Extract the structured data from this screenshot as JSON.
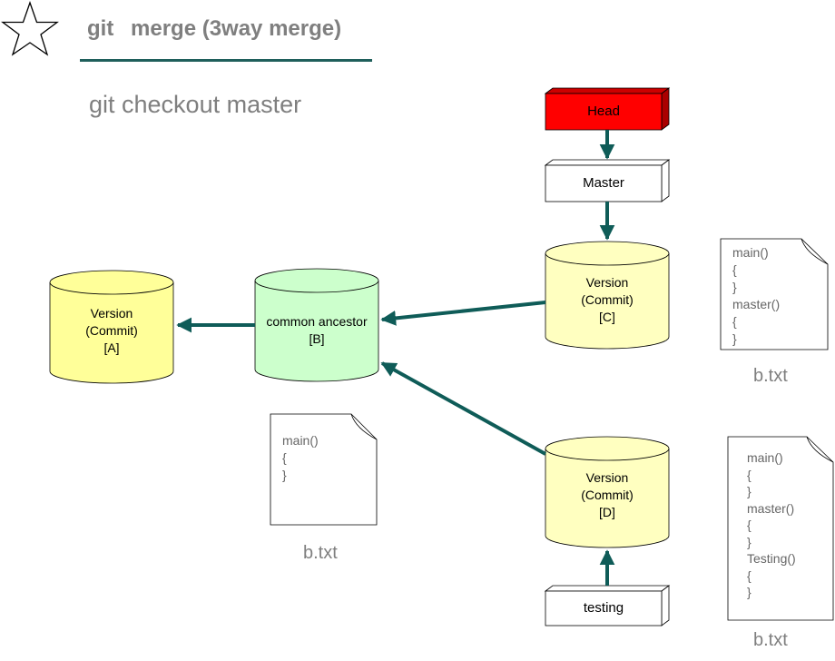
{
  "header": {
    "title_prefix": "git",
    "title_main": "merge (3way merge)",
    "subtitle": "git checkout master"
  },
  "refs": {
    "head": "Head",
    "master": "Master",
    "testing": "testing"
  },
  "commits": {
    "a": {
      "line1": "Version",
      "line2": "(Commit)",
      "line3": "[A]"
    },
    "b": {
      "line1": "common ancestor",
      "line2": "[B]"
    },
    "c": {
      "line1": "Version",
      "line2": "(Commit)",
      "line3": "[C]"
    },
    "d": {
      "line1": "Version",
      "line2": "(Commit)",
      "line3": "[D]"
    }
  },
  "files": {
    "b_ancestor": {
      "content": "main()\n{\n}",
      "caption": "b.txt"
    },
    "c_master": {
      "content": "main()\n{\n}\nmaster()\n{\n}",
      "caption": "b.txt"
    },
    "d_testing": {
      "content": "main()\n{\n}\nmaster()\n{\n}\nTesting()\n{\n}",
      "caption": "b.txt"
    }
  },
  "colors": {
    "arrow": "#0f5c58",
    "head_fill": "#ff0000",
    "commit_yellow": "#ffff99",
    "commit_green": "#ccffcc",
    "ref_fill": "#ffffff",
    "text_gray": "#7f7f7f"
  }
}
